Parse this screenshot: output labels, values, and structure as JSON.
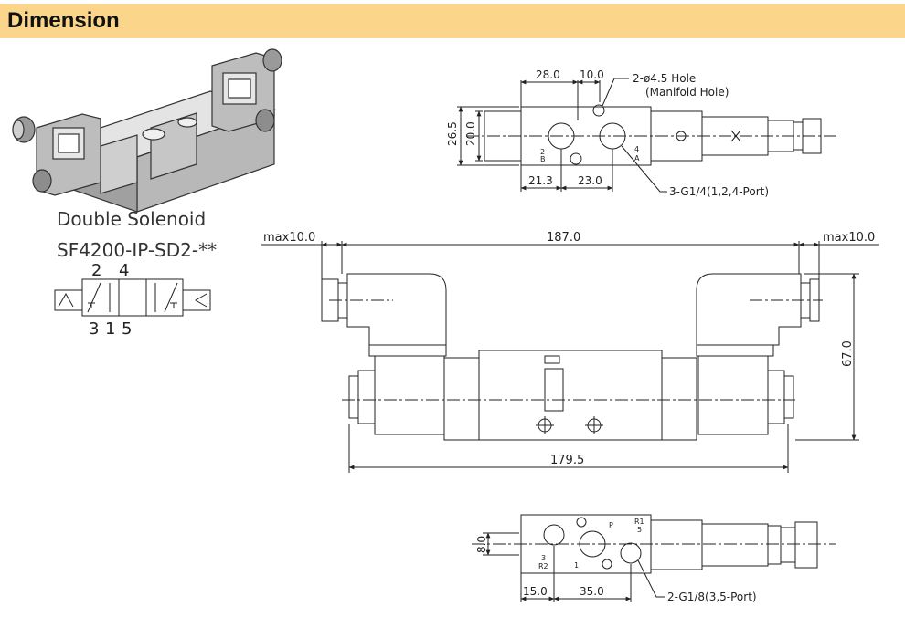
{
  "header": {
    "title": "Dimension"
  },
  "product": {
    "type_label": "Double Solenoid",
    "model": "SF4200-IP-SD2-**"
  },
  "symbol": {
    "top_ports": [
      "2",
      "4"
    ],
    "bottom_ports": [
      "3",
      "1",
      "5"
    ]
  },
  "colors": {
    "header_bg": "#fbd58a",
    "line": "#222222"
  },
  "top_view": {
    "dims": {
      "d28": "28.0",
      "d10": "10.0",
      "d26_5": "26.5",
      "d20": "20.0",
      "d21_3": "21.3",
      "d23": "23.0"
    },
    "callout_hole": "2-ø4.5 Hole",
    "callout_hole_sub": "(Manifold Hole)",
    "callout_port": "3-G1/4(1,2,4-Port)",
    "port_labels": [
      "2",
      "B",
      "4",
      "A"
    ]
  },
  "front_view": {
    "dims": {
      "max_left": "max10.0",
      "overall": "187.0",
      "max_right": "max10.0",
      "height": "67.0",
      "body": "179.5"
    }
  },
  "bottom_view": {
    "dims": {
      "d8": "8.0",
      "d15": "15.0",
      "d35": "35.0"
    },
    "callout_port": "2-G1/8(3,5-Port)",
    "port_labels": [
      "P",
      "R1",
      "5",
      "3",
      "R2",
      "1"
    ]
  }
}
